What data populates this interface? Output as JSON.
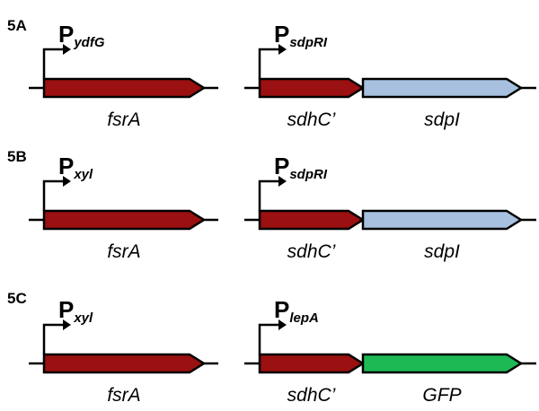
{
  "colors": {
    "fsr": "#9b1010",
    "sdh": "#9b1010",
    "sdp": "#a7c0e0",
    "gfp": "#1db954"
  },
  "panels": [
    {
      "label": "5A",
      "left": {
        "promoter_main": "P",
        "promoter_sub": "ydfG",
        "genes": [
          {
            "label": "fsrA",
            "color_key": "fsr"
          }
        ]
      },
      "right": {
        "promoter_main": "P",
        "promoter_sub": "sdpRI",
        "genes": [
          {
            "label": "sdhC’",
            "color_key": "sdh"
          },
          {
            "label": "sdpI",
            "color_key": "sdp"
          }
        ]
      }
    },
    {
      "label": "5B",
      "left": {
        "promoter_main": "P",
        "promoter_sub": "xyl",
        "genes": [
          {
            "label": "fsrA",
            "color_key": "fsr"
          }
        ]
      },
      "right": {
        "promoter_main": "P",
        "promoter_sub": "sdpRI",
        "genes": [
          {
            "label": "sdhC’",
            "color_key": "sdh"
          },
          {
            "label": "sdpI",
            "color_key": "sdp"
          }
        ]
      }
    },
    {
      "label": "5C",
      "left": {
        "promoter_main": "P",
        "promoter_sub": "xyl",
        "genes": [
          {
            "label": "fsrA",
            "color_key": "fsr"
          }
        ]
      },
      "right": {
        "promoter_main": "P",
        "promoter_sub": "lepA",
        "genes": [
          {
            "label": "sdhC’",
            "color_key": "sdh"
          },
          {
            "label": "GFP",
            "color_key": "gfp"
          }
        ]
      }
    }
  ]
}
